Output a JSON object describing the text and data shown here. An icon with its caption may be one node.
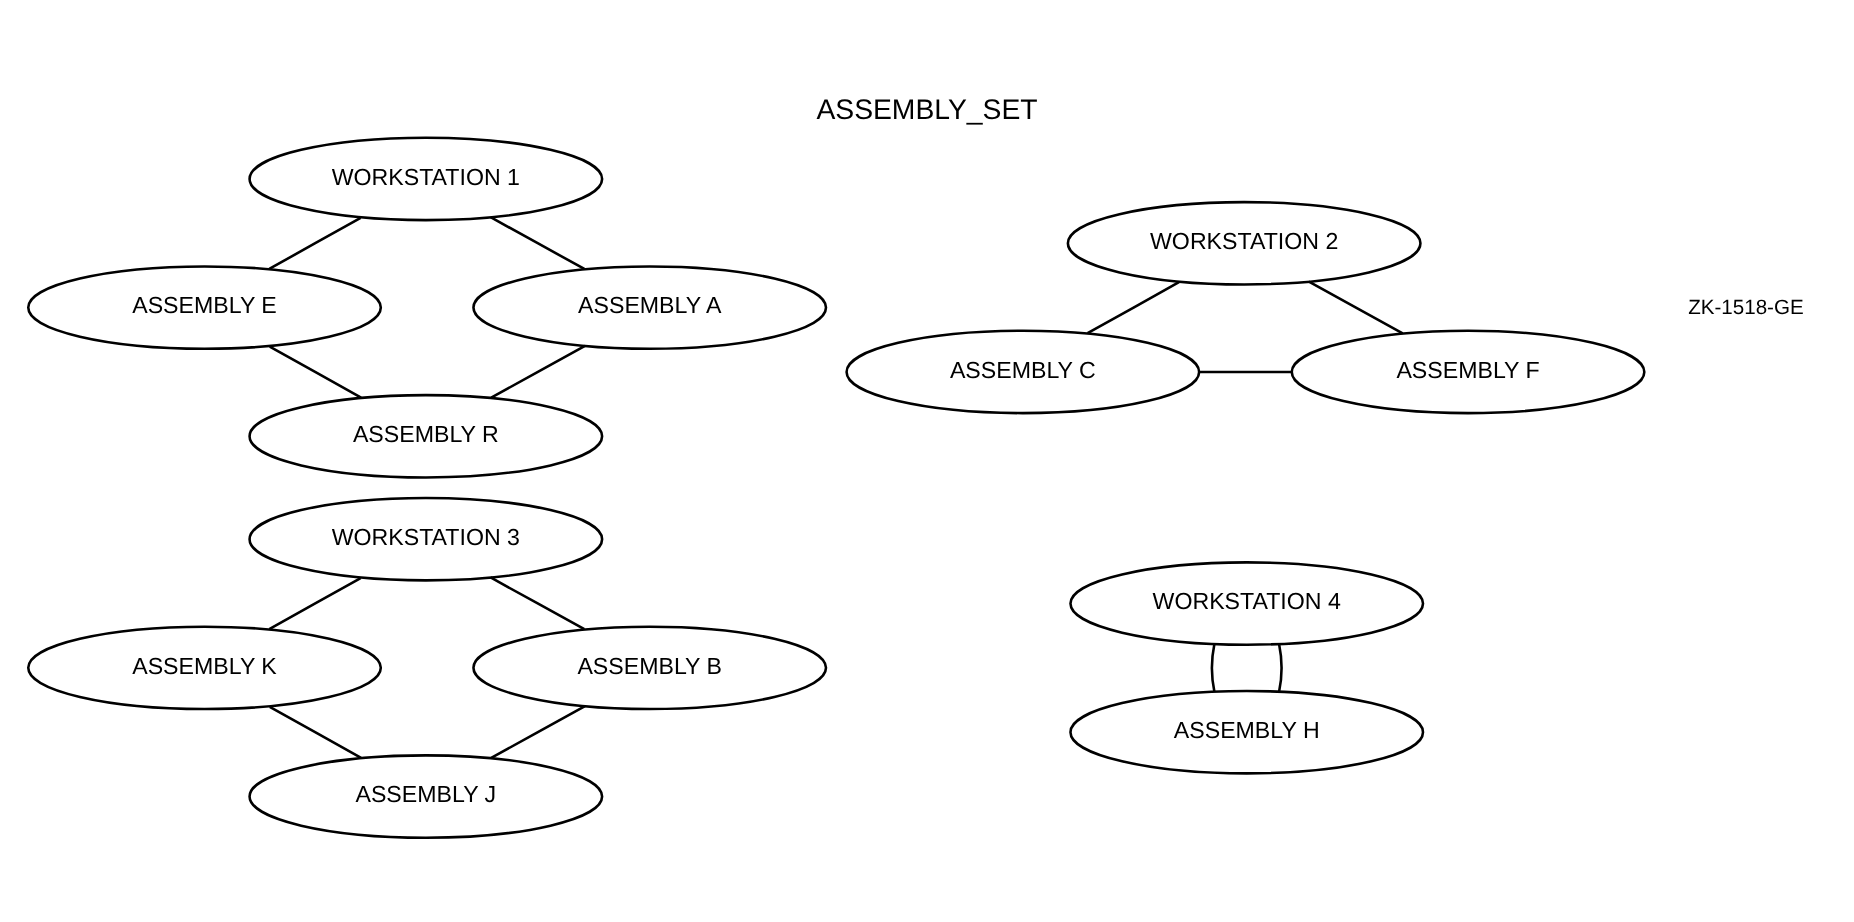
{
  "diagram": {
    "title": "ASSEMBLY_SET",
    "nodes": [
      {
        "text": [
          "WORKSTATION 1"
        ]
      },
      {
        "text": [
          "WORKSTATION 2"
        ]
      },
      {
        "text": [
          "ASSEMBLY E"
        ]
      },
      {
        "text": [
          "ASSEMBLY A"
        ]
      },
      {
        "text": [
          "ASSEMBLY C"
        ]
      },
      {
        "text": [
          "ASSEMBLY F"
        ]
      },
      {
        "text": [
          "ASSEMBLY R"
        ]
      },
      {
        "text": [
          "WORKSTATION 3"
        ]
      },
      {
        "text": [
          "WORKSTATION 4"
        ]
      },
      {
        "text": [
          "ASSEMBLY K"
        ]
      },
      {
        "text": [
          "ASSEMBLY B"
        ]
      },
      {
        "text": [
          "ASSEMBLY H"
        ]
      },
      {
        "text": [
          "ASSEMBLY J"
        ]
      }
    ],
    "edges": [
      {
        "from": 0,
        "to": 2,
        "arrow": "none"
      },
      {
        "from": 2,
        "to": 6,
        "arrow": "none"
      },
      {
        "from": 6,
        "to": 3,
        "arrow": "none"
      },
      {
        "from": 3,
        "to": 0,
        "arrow": "none"
      },
      {
        "from": 1,
        "to": 4,
        "arrow": "none"
      },
      {
        "from": 4,
        "to": 5,
        "arrow": "none"
      },
      {
        "from": 5,
        "to": 1,
        "arrow": "none"
      },
      {
        "from": 7,
        "to": 9,
        "arrow": "none"
      },
      {
        "from": 9,
        "to": 12,
        "arrow": "none"
      },
      {
        "from": 12,
        "to": 10,
        "arrow": "none"
      },
      {
        "from": 10,
        "to": 7,
        "arrow": "none"
      },
      {
        "from": 8,
        "to": 11,
        "arrow": "none"
      },
      {
        "from": 11,
        "to": 8,
        "arrow": "none"
      }
    ],
    "labels": [
      "ZK-1518-GE"
    ]
  }
}
